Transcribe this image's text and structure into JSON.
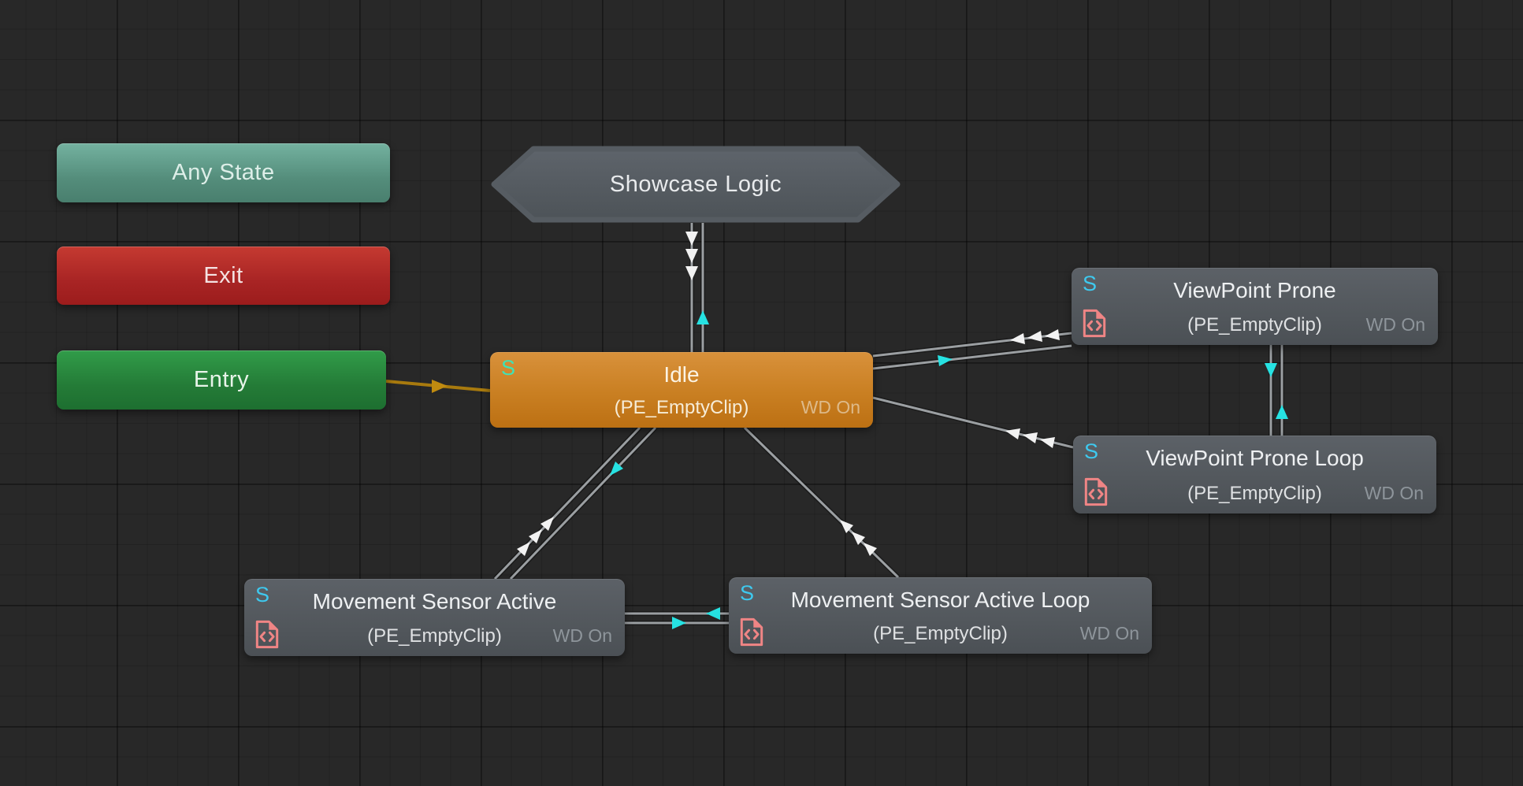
{
  "app": {
    "title": "Animator State Machine Graph"
  },
  "colors": {
    "background": "#282828",
    "transition_line": "#9b9fa2",
    "arrow_white": "#f2f2f2",
    "arrow_cyan": "#26e2e2",
    "entry_arrow": "#c08b10",
    "badge_cyan": "#3ec9ef",
    "badge_idle": "#3fe2b6",
    "script_icon_pink": "#ef8585",
    "idle_orange": "#c97f22",
    "state_gray": "#53585d",
    "any_state_teal": "#5e9a88",
    "exit_red": "#ab2626",
    "entry_green": "#258040"
  },
  "nodes": {
    "any_state": {
      "label": "Any State"
    },
    "exit": {
      "label": "Exit"
    },
    "entry": {
      "label": "Entry"
    },
    "showcase_logic": {
      "label": "Showcase Logic"
    },
    "idle": {
      "badge": "S",
      "title": "Idle",
      "subtitle": "(PE_EmptyClip)",
      "wd_label": "WD On"
    },
    "viewpoint_prone": {
      "badge": "S",
      "title": "ViewPoint Prone",
      "subtitle": "(PE_EmptyClip)",
      "wd_label": "WD On",
      "icon": "script-icon"
    },
    "viewpoint_prone_loop": {
      "badge": "S",
      "title": "ViewPoint Prone Loop",
      "subtitle": "(PE_EmptyClip)",
      "wd_label": "WD On",
      "icon": "script-icon"
    },
    "movement_sensor_active": {
      "badge": "S",
      "title": "Movement Sensor Active",
      "subtitle": "(PE_EmptyClip)",
      "wd_label": "WD On",
      "icon": "script-icon"
    },
    "movement_sensor_active_loop": {
      "badge": "S",
      "title": "Movement Sensor Active Loop",
      "subtitle": "(PE_EmptyClip)",
      "wd_label": "WD On",
      "icon": "script-icon"
    }
  },
  "transitions": [
    {
      "from": "entry",
      "to": "idle",
      "arrows": 1,
      "color": "orange"
    },
    {
      "from": "showcase_logic",
      "to": "idle",
      "arrows": 3,
      "color": "white"
    },
    {
      "from": "idle",
      "to": "showcase_logic",
      "arrows": 1,
      "color": "cyan"
    },
    {
      "from": "viewpoint_prone",
      "to": "idle",
      "arrows": 3,
      "color": "white"
    },
    {
      "from": "idle",
      "to": "viewpoint_prone",
      "arrows": 1,
      "color": "cyan"
    },
    {
      "from": "viewpoint_prone_loop",
      "to": "idle",
      "arrows": 3,
      "color": "white"
    },
    {
      "from": "viewpoint_prone",
      "to": "viewpoint_prone_loop",
      "arrows": 1,
      "color": "cyan"
    },
    {
      "from": "viewpoint_prone_loop",
      "to": "viewpoint_prone",
      "arrows": 1,
      "color": "cyan"
    },
    {
      "from": "movement_sensor_active",
      "to": "idle",
      "arrows": 3,
      "color": "white"
    },
    {
      "from": "idle",
      "to": "movement_sensor_active",
      "arrows": 1,
      "color": "cyan"
    },
    {
      "from": "movement_sensor_active_loop",
      "to": "idle",
      "arrows": 3,
      "color": "white"
    },
    {
      "from": "movement_sensor_active",
      "to": "movement_sensor_active_loop",
      "arrows": 1,
      "color": "cyan"
    },
    {
      "from": "movement_sensor_active_loop",
      "to": "movement_sensor_active",
      "arrows": 1,
      "color": "cyan"
    }
  ]
}
